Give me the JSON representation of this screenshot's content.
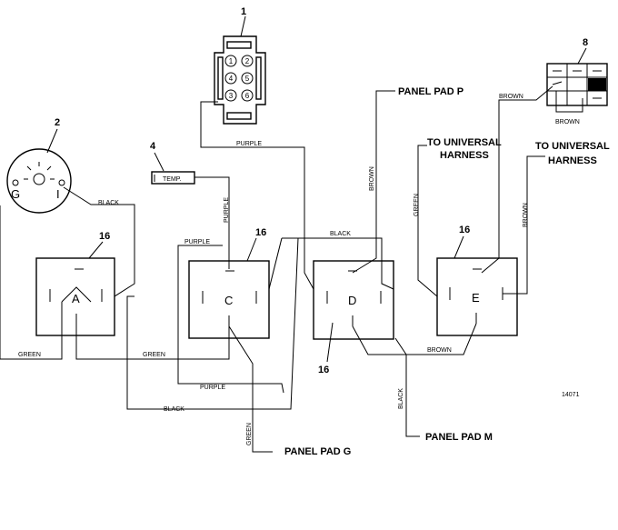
{
  "callouts": {
    "c1": "1",
    "c2": "2",
    "c4": "4",
    "c8": "8",
    "c16a": "16",
    "c16b": "16",
    "c16c": "16",
    "c16d": "16"
  },
  "connector_pins": [
    "1",
    "2",
    "3",
    "4",
    "5",
    "6"
  ],
  "key_switch": {
    "g": "G",
    "i": "I"
  },
  "temp_label": "TEMP.",
  "switches": {
    "a": "A",
    "c": "C",
    "d": "D",
    "e": "E"
  },
  "wires": {
    "purple_top": "PURPLE",
    "purple_vert": "PURPLE",
    "purple_c": "PURPLE",
    "purple_bottom": "PURPLE",
    "black_key": "BLACK",
    "black_top": "BLACK",
    "black_bottom": "BLACK",
    "black_vert": "BLACK",
    "brown_p": "BROWN",
    "brown_8": "BROWN",
    "brown_8b": "BROWN",
    "brown_right": "BROWN",
    "brown_bottom": "BROWN",
    "green_left": "GREEN",
    "green_mid": "GREEN",
    "green_univ": "GREEN",
    "green_vert": "GREEN"
  },
  "panel_pads": {
    "p": "PANEL PAD P",
    "g": "PANEL PAD G",
    "m": "PANEL PAD M"
  },
  "universal": {
    "line1": "TO UNIVERSAL",
    "line2": "HARNESS"
  },
  "ref": "14071"
}
